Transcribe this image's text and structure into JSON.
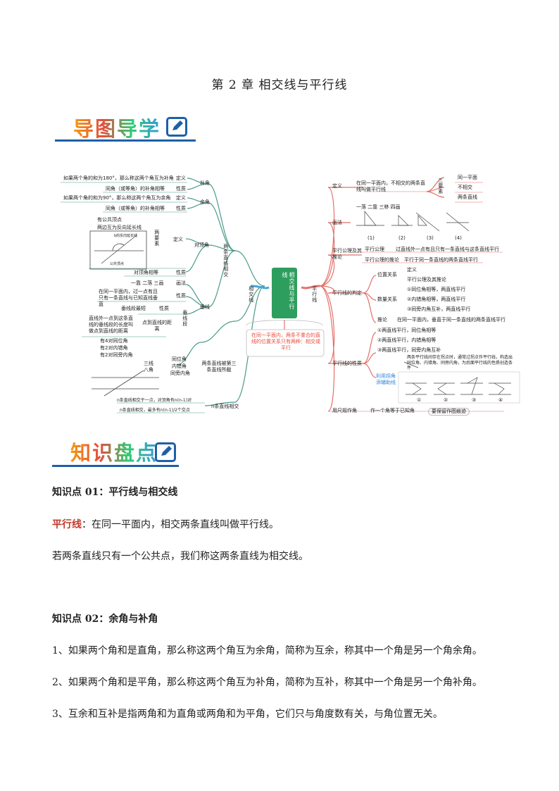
{
  "title": "第 2 章  相交线与平行线",
  "banner1": "导图导学",
  "banner2": "知识盘点",
  "colors": {
    "accent_blue": "#1f5fa8",
    "left_branch": "#4a9a8a",
    "right_branch": "#e4706a",
    "center_box": "#2e9e5e"
  },
  "mindmap": {
    "center": "相交线与平行线",
    "left_root": "相交线",
    "right_root": "平行线",
    "note": "在同一平面内，两条不重合的直线的位置关系只有两种：相交或平行",
    "left": {
      "b1": "两条直线相交",
      "bucha": {
        "label": "补角",
        "def_text": "如果两个角的和为180°，那么称这两个角互为补角",
        "def": "定义",
        "prop_text": "同角（或等角）的补角相等",
        "prop": "性质"
      },
      "yuja": {
        "label": "余角",
        "def_text": "如果两个角的和为90°，那么称这两个角互为余角",
        "def": "定义",
        "prop_text": "同角（或等角）的补角相等",
        "prop": "性质"
      },
      "duiding": {
        "label": "对顶角",
        "yaosu": "两要素",
        "item1": "有公共顶点",
        "item2": "两边互为反向延长线",
        "def": "定义",
        "prop_text": "对顶角相等",
        "prop": "性质",
        "fig_label1": "b的反向延长线",
        "fig_label2": "公共顶点"
      },
      "chuixian": {
        "label": "垂线",
        "hua_text": "一靠 二落 三画",
        "hua": "画法",
        "prop_text": "在同一平面内，过一点有且只有一条直线与已知直线垂直",
        "prop_hl": "同一平面",
        "prop": "性质",
        "seg_text": "垂线段最短",
        "seg_prop": "性质",
        "seg": "垂线段",
        "dist_text": "直线外一点到这条直线的垂线段的长度叫做点到直线的距离",
        "dist": "点到直线的距离"
      },
      "sanxian": {
        "label": "两条直线被第三条直线所截",
        "items": [
          "有4对同位角",
          "有2对内错角",
          "有2对同旁内角"
        ],
        "sx": "三线八角",
        "angles": [
          "同位角",
          "内错角",
          "同旁内角"
        ]
      },
      "nline": {
        "label": "n条直线相交",
        "t1": "n条直线相交于一点，对顶角有n(n-1)对",
        "t2": "n条直线相交，最多有n(n-1)/2个交点"
      }
    },
    "right": {
      "def": {
        "label": "定义",
        "text": "在同一平面内，不相交的两条直线叫做平行线",
        "yaosu": "三要素",
        "items": [
          "同一平面",
          "不相交",
          "两条直线"
        ]
      },
      "hua": {
        "label": "画法",
        "text": "一落 二靠 三移 四画",
        "figs": [
          "(1)",
          "(2)",
          "(3)",
          "(4)"
        ]
      },
      "gongli": {
        "label": "平行公理及其推论",
        "a": "平行公理",
        "a_text": "过直线外一点有且只有一条直线与这条直线平行",
        "b": "平行公理的推论",
        "b_text": "平行于同一条直线的两条直线平行"
      },
      "panding": {
        "label": "平行线的判定",
        "wz": "位置关系",
        "wz_items": [
          "定义",
          "平行公理及其推论"
        ],
        "sl": "数量关系",
        "sl_items": [
          "①同位角相等，两直线平行",
          "②内错角相等，两直线平行",
          "③同旁内角互补，两直线平行"
        ],
        "tl": "推论",
        "tl_text": "在同一平面内，垂直于同一条直线的两条直线平行"
      },
      "xingzhi": {
        "label": "平行线的性质",
        "items": [
          "①两直线平行，同位角相等",
          "②两直线平行，内错角相等",
          "③两直线平行，同旁内角互补"
        ],
        "aux": "利用拐角添辅助线",
        "aux_text": "两条平行线间存在拐点时，通常过拐点作平行线，构造出同位角、内错角、同旁内角，为后面平行线的性质创造条件",
        "figs": [
          "①",
          "②",
          "③",
          "④"
        ]
      },
      "chize": {
        "label": "用尺规作角",
        "text": "作一个角等于已知角",
        "tip": "要保留作图痕迹"
      }
    }
  },
  "section1": {
    "heading": "知识点 01：平行线与相交线",
    "term": "平行线",
    "def": "：在同一平面内，相交两条直线叫做平行线。",
    "p2": "若两条直线只有一个公共点，我们称这两条直线为相交线。"
  },
  "section2": {
    "heading": "知识点 02：余角与补角",
    "p1": "1、如果两个角和是直角，那么称这两个角互为余角，简称为互余，称其中一个角是另一个角余角。",
    "p2": "2、如果两个角和是平角，那么称这两个角互为补角，简称为互补，称其中一个角是另一个角补角。",
    "p3": "3、互余和互补是指两角和为直角或两角和为平角，它们只与角度数有关，与角位置无关。"
  }
}
